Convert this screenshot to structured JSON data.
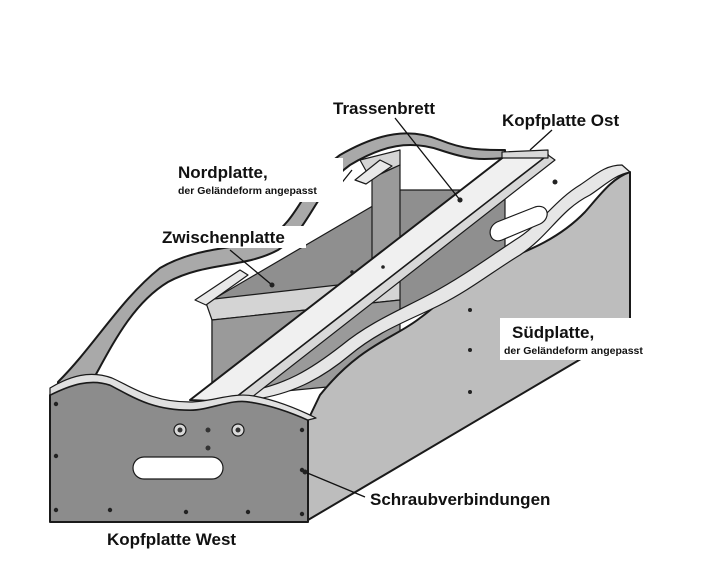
{
  "labels": {
    "trassenbrett": "Trassenbrett",
    "kopfplatte_ost": "Kopfplatte Ost",
    "nordplatte": "Nordplatte,",
    "nordplatte_note": "der Geländeform angepasst",
    "zwischenplatte": "Zwischenplatte",
    "suedplatte": "Südplatte,",
    "suedplatte_note": "der Geländeform angepasst",
    "schraubverbindungen": "Schraubverbindungen",
    "kopfplatte_west": "Kopfplatte West"
  },
  "colors": {
    "panel_front": "#8c8c8c",
    "panel_side": "#bdbdbd",
    "panel_north": "#a9a9a9",
    "panel_inner_dark": "#8f8f8f",
    "board_top": "#f0f0f0",
    "board_edge": "#d8d8d8",
    "outline": "#1a1a1a",
    "text": "#111111"
  }
}
